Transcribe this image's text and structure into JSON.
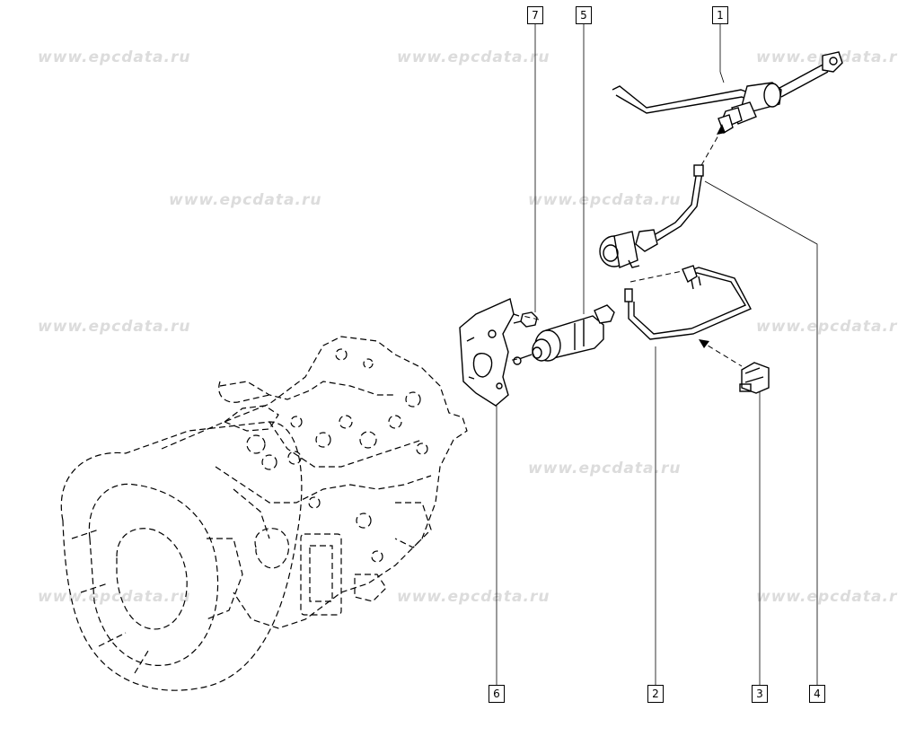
{
  "watermark_text": "www.epcdata.ru",
  "callouts": {
    "c1": "1",
    "c2": "2",
    "c3": "3",
    "c4": "4",
    "c5": "5",
    "c6": "6",
    "c7": "7"
  }
}
